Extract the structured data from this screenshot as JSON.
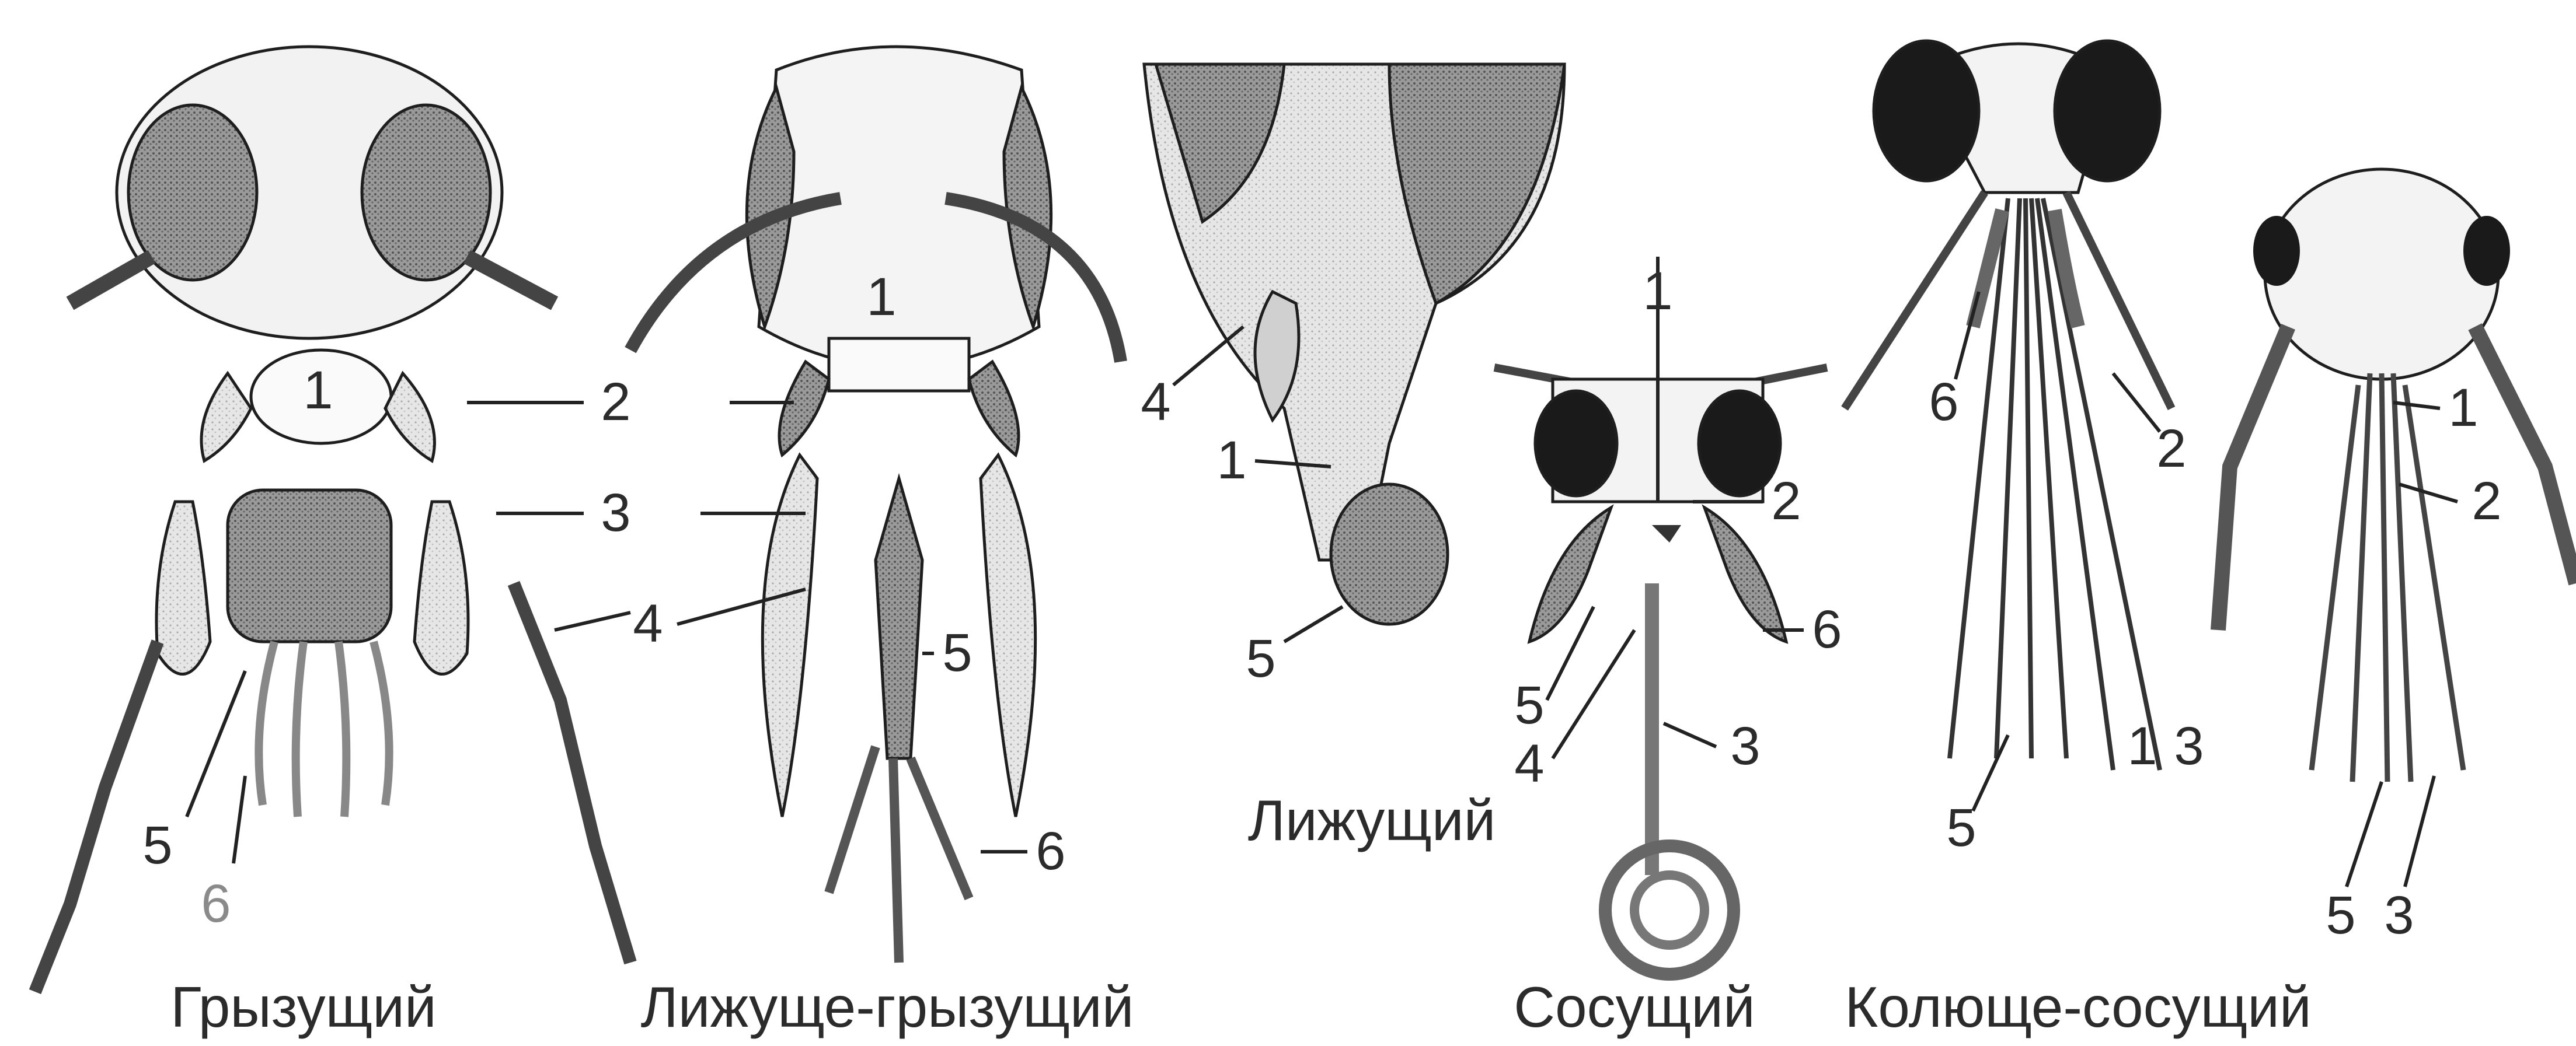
{
  "panels": [
    {
      "caption": "Грызущий",
      "labels": [
        "1",
        "2",
        "3",
        "4",
        "5",
        "6"
      ]
    },
    {
      "caption": "Лижуще-грызущий",
      "labels": [
        "1",
        "2",
        "3",
        "4",
        "5",
        "6"
      ]
    },
    {
      "caption": "Лижущий",
      "labels": [
        "4",
        "1",
        "5"
      ]
    },
    {
      "caption": "Сосущий",
      "labels": [
        "1",
        "2",
        "5",
        "4",
        "3",
        "6"
      ]
    },
    {
      "caption": "Колюще-сосущий",
      "labels": [
        "6",
        "2",
        "5",
        "1",
        "3"
      ]
    },
    {
      "caption": "",
      "labels": [
        "1",
        "2",
        "5",
        "3"
      ]
    }
  ]
}
